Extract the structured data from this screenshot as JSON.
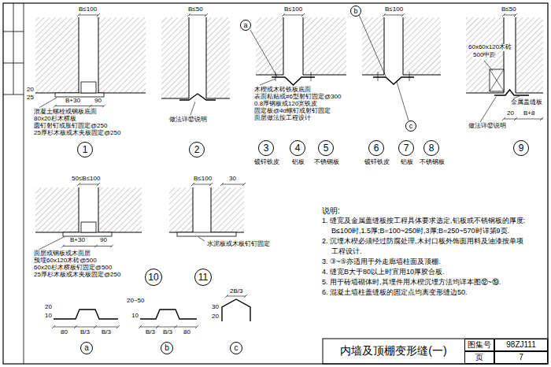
{
  "diagram": {
    "title": "内墙及顶棚变形缝(一)",
    "nodes": [
      {
        "text": [
          "1"
        ]
      },
      {
        "text": [
          "2"
        ]
      },
      {
        "text": [
          "a"
        ]
      },
      {
        "text": [
          "3"
        ]
      },
      {
        "text": [
          "4"
        ]
      },
      {
        "text": [
          "5"
        ]
      },
      {
        "text": [
          "b"
        ]
      },
      {
        "text": [
          "6"
        ]
      },
      {
        "text": [
          "7"
        ]
      },
      {
        "text": [
          "8"
        ]
      },
      {
        "text": [
          "c"
        ]
      },
      {
        "text": [
          "9"
        ]
      },
      {
        "text": [
          "10"
        ]
      },
      {
        "text": [
          "11"
        ]
      },
      {
        "text": [
          "a"
        ]
      },
      {
        "text": [
          "b"
        ]
      },
      {
        "text": [
          "c"
        ]
      },
      {
        "text": [
          "图集号"
        ]
      },
      {
        "text": [
          "98ZJ111"
        ]
      },
      {
        "text": [
          "页"
        ]
      },
      {
        "text": [
          "7"
        ]
      }
    ],
    "labels": [
      "B≤100",
      "20",
      "25",
      "B+30",
      "90",
      "混凝土螺栓或钢板底面",
      "80x20杉木横板",
      "圆钉射钉或胀钉固定@250",
      "25厚杉木板或木夹板固定@250",
      "B≤50",
      "做法详⑫说明",
      "B≤100",
      "木楔或木砖铁板底面",
      "表面粘贴或#6型射钉固定@300",
      "0.8厚钢板或120宽铁皮",
      "固定板@4d螺钉或射钉固定",
      "面层做法按工程设计",
      "镀锌铁皮",
      "铝板",
      "不锈钢板",
      "B≤100",
      "镀锌铁皮",
      "铝板",
      "不锈钢板",
      "B≤50",
      "60x60x120木砖",
      "500中距",
      "金属盖缝板",
      "做法详⑫说明",
      "20",
      "B+8",
      "50≤B≤100",
      "B+30",
      "90",
      "面层或钢板或木面层",
      "预埋60x120木砖@500",
      "60x20杉木横板钉固定@500",
      "25厚杉木板或木夹板固定@250",
      "B≤100",
      "30",
      "水泥板或木板钉钉固定",
      "20",
      "10",
      "80",
      "B/3",
      "B/3",
      "20~50",
      "10",
      "B/3",
      "B/3",
      "80",
      "2B/3",
      "30",
      "20",
      "说明:",
      "1. 缝宽及金属盖缝板按工程具体要求选定,铝板或不锈钢板的厚度:",
      "B≤100时,1.5厚;B=100~250时,3厚;B=250~570时详第9页.",
      "2. 沉埋木楔必须经过防腐处理,木封口板外饰面用料及油漆按单项",
      "工程设计.",
      "3. ③~⑤亦适用于外走廊墙柱面及顶棚.",
      "4. 缝宽B大于80以上时宜用10厚胶合板.",
      "5. 用于砖墙砌体时,其埋件用木楔沉埋方法均详本图⑫~⑲.",
      "6. 混凝土墙柱盖缝板的固定点均离变形缝边50."
    ]
  }
}
